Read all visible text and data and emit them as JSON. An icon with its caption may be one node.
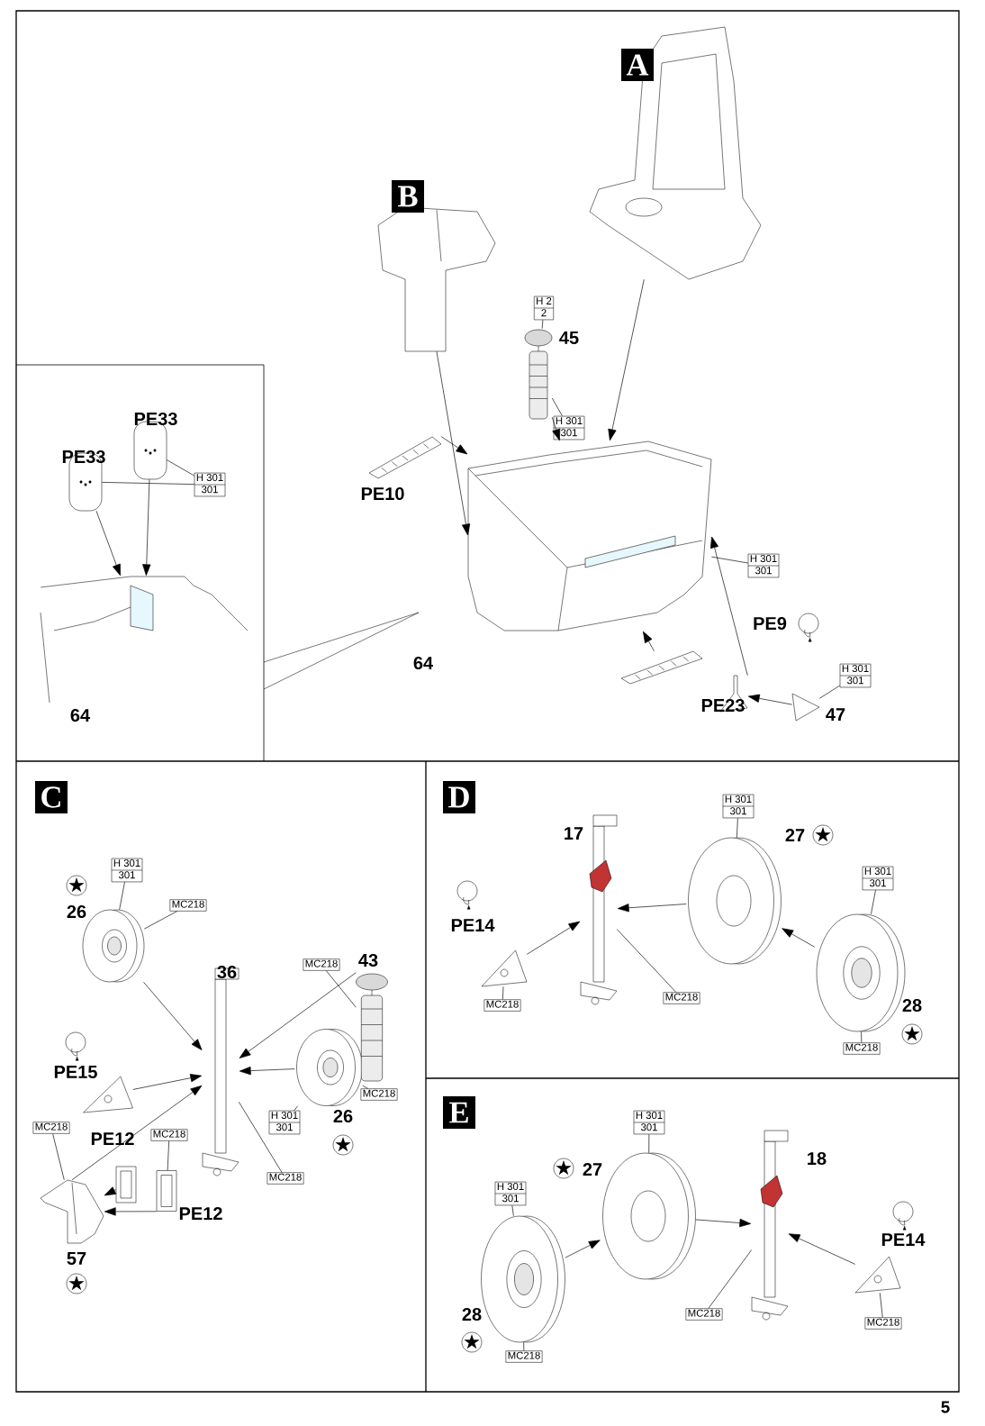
{
  "diagram": {
    "nodes": [
      {
        "text": [],
        "shape": "picture"
      },
      {
        "text": [],
        "shape": "picture"
      },
      {
        "text": [],
        "shape": "picture"
      },
      {
        "text": [],
        "shape": "picture"
      },
      {
        "text": [],
        "shape": "picture"
      },
      {
        "text": [],
        "shape": "picture"
      },
      {
        "text": [],
        "shape": "picture"
      },
      {
        "text": [],
        "shape": "picture"
      },
      {
        "text": [],
        "shape": "picture"
      },
      {
        "text": [],
        "shape": "picture"
      },
      {
        "text": [],
        "shape": "picture"
      },
      {
        "text": [
          "H 2",
          "2"
        ]
      },
      {
        "text": [
          "H 301",
          "301"
        ]
      },
      {
        "text": [
          "H 301",
          "301"
        ]
      },
      {
        "text": [
          "H 301",
          "301"
        ]
      },
      {
        "text": [
          "H 301",
          "301"
        ]
      },
      {
        "text": [],
        "shape": "picture"
      },
      {
        "text": [],
        "shape": "picture"
      },
      {
        "text": [],
        "shape": "picture"
      },
      {
        "text": [],
        "shape": "picture"
      },
      {
        "text": [],
        "shape": "picture"
      },
      {
        "text": [],
        "shape": "picture"
      },
      {
        "text": [],
        "shape": "picture"
      },
      {
        "text": [],
        "shape": "picture"
      },
      {
        "text": [
          "H 301",
          "301"
        ]
      },
      {
        "text": [
          "MC218"
        ]
      },
      {
        "text": [
          "MC218"
        ]
      },
      {
        "text": [
          "H 301",
          "301"
        ]
      },
      {
        "text": [
          "MC218"
        ]
      },
      {
        "text": [
          "MC218"
        ]
      },
      {
        "text": [
          "MC218"
        ]
      },
      {
        "text": [
          "MC218"
        ]
      },
      {
        "text": [],
        "shape": "picture"
      },
      {
        "text": [],
        "shape": "picture"
      },
      {
        "text": [],
        "shape": "picture"
      },
      {
        "text": [],
        "shape": "picture"
      },
      {
        "text": [
          "H 301",
          "301"
        ]
      },
      {
        "text": [
          "H 301",
          "301"
        ]
      },
      {
        "text": [
          "MC218"
        ]
      },
      {
        "text": [
          "MC218"
        ]
      },
      {
        "text": [
          "MC218"
        ]
      },
      {
        "text": [],
        "shape": "picture"
      },
      {
        "text": [],
        "shape": "picture"
      },
      {
        "text": [],
        "shape": "picture"
      },
      {
        "text": [],
        "shape": "picture"
      },
      {
        "text": [
          "H 301",
          "301"
        ]
      },
      {
        "text": [
          "H 301",
          "301"
        ]
      },
      {
        "text": [
          "MC218"
        ]
      },
      {
        "text": [
          "MC218"
        ]
      },
      {
        "text": [
          "MC218"
        ]
      }
    ],
    "edges": [
      {
        "from": 0,
        "to": 3,
        "arrow": "to"
      },
      {
        "from": 1,
        "to": 3,
        "arrow": "to"
      },
      {
        "from": 2,
        "to": 3,
        "arrow": "to"
      },
      {
        "from": 4,
        "to": 3,
        "arrow": "to"
      },
      {
        "from": 5,
        "to": 3,
        "arrow": "to"
      },
      {
        "from": 6,
        "to": 3,
        "arrow": "to"
      },
      {
        "from": 7,
        "to": 6,
        "arrow": "to"
      },
      {
        "from": 8,
        "to": 10,
        "arrow": "to"
      },
      {
        "from": 9,
        "to": 10,
        "arrow": "to"
      },
      {
        "from": 11,
        "to": 2,
        "arrow": "none"
      },
      {
        "from": 12,
        "to": 2,
        "arrow": "none"
      },
      {
        "from": 13,
        "to": 8,
        "arrow": "none"
      },
      {
        "from": 13,
        "to": 9,
        "arrow": "none"
      },
      {
        "from": 14,
        "to": 3,
        "arrow": "none"
      },
      {
        "from": 15,
        "to": 7,
        "arrow": "none"
      },
      {
        "from": 16,
        "to": 17,
        "arrow": "to"
      },
      {
        "from": 18,
        "to": 17,
        "arrow": "to"
      },
      {
        "from": 19,
        "to": 17,
        "arrow": "to"
      },
      {
        "from": 20,
        "to": 17,
        "arrow": "to"
      },
      {
        "from": 21,
        "to": 17,
        "arrow": "to"
      },
      {
        "from": 22,
        "to": 21,
        "arrow": "to"
      },
      {
        "from": 23,
        "to": 21,
        "arrow": "to"
      },
      {
        "from": 24,
        "to": 16,
        "arrow": "none"
      },
      {
        "from": 25,
        "to": 16,
        "arrow": "none"
      },
      {
        "from": 26,
        "to": 19,
        "arrow": "none"
      },
      {
        "from": 27,
        "to": 18,
        "arrow": "none"
      },
      {
        "from": 28,
        "to": 18,
        "arrow": "none"
      },
      {
        "from": 29,
        "to": 21,
        "arrow": "none"
      },
      {
        "from": 30,
        "to": 23,
        "arrow": "none"
      },
      {
        "from": 31,
        "to": 17,
        "arrow": "none"
      },
      {
        "from": 34,
        "to": 32,
        "arrow": "to"
      },
      {
        "from": 35,
        "to": 34,
        "arrow": "to"
      },
      {
        "from": 33,
        "to": 32,
        "arrow": "to"
      },
      {
        "from": 36,
        "to": 34,
        "arrow": "none"
      },
      {
        "from": 37,
        "to": 35,
        "arrow": "none"
      },
      {
        "from": 38,
        "to": 33,
        "arrow": "none"
      },
      {
        "from": 39,
        "to": 32,
        "arrow": "none"
      },
      {
        "from": 40,
        "to": 35,
        "arrow": "none"
      },
      {
        "from": 41,
        "to": 42,
        "arrow": "to"
      },
      {
        "from": 42,
        "to": 43,
        "arrow": "to"
      },
      {
        "from": 44,
        "to": 43,
        "arrow": "to"
      },
      {
        "from": 45,
        "to": 42,
        "arrow": "none"
      },
      {
        "from": 46,
        "to": 41,
        "arrow": "none"
      },
      {
        "from": 47,
        "to": 41,
        "arrow": "none"
      },
      {
        "from": 48,
        "to": 43,
        "arrow": "none"
      },
      {
        "from": 49,
        "to": 44,
        "arrow": "none"
      }
    ],
    "labels": [
      "A",
      "B",
      "45",
      "PE33",
      "PE33",
      "PE10",
      "PE9",
      "64",
      "64",
      "PE23",
      "47",
      "C",
      "D",
      "17",
      "27",
      "26",
      "PE14",
      "36",
      "43",
      "PE15",
      "28",
      "E",
      "PE12",
      "26",
      "18",
      "27",
      "PE12",
      "PE14",
      "57",
      "28",
      "5"
    ]
  }
}
